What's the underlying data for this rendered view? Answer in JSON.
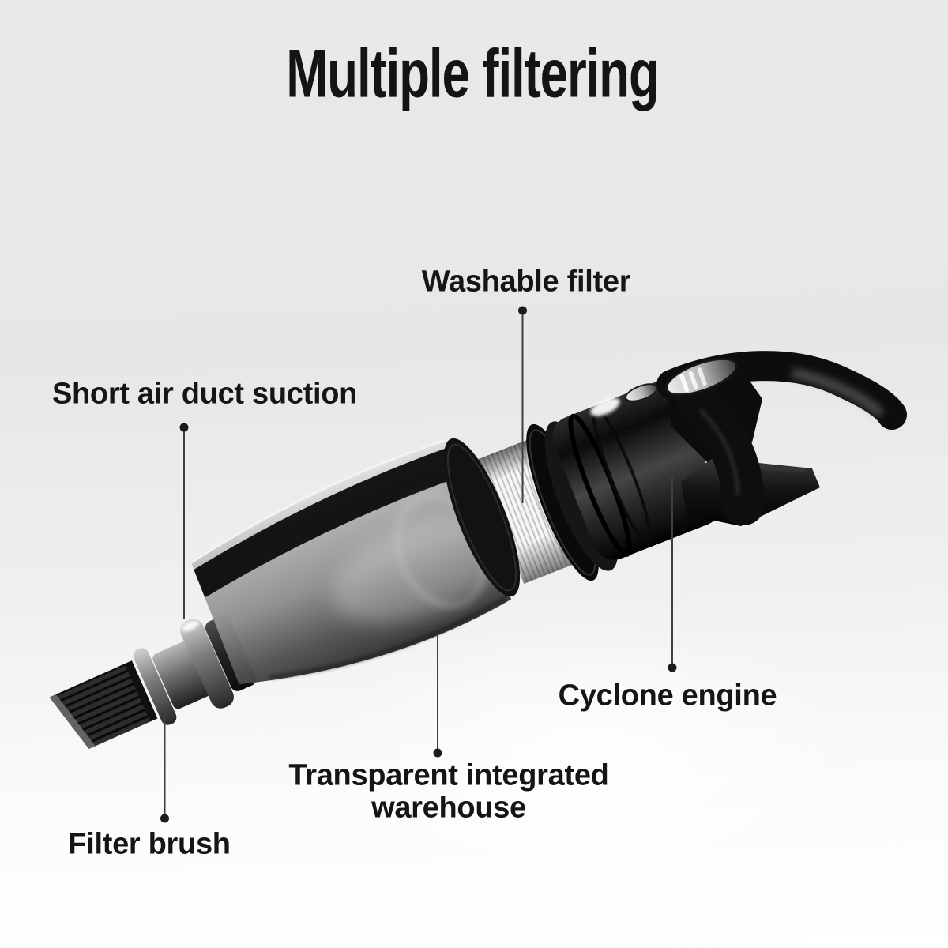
{
  "title": "Multiple filtering",
  "callouts": [
    {
      "id": "washable-filter",
      "label": "Washable filter"
    },
    {
      "id": "short-air-duct-suction",
      "label": "Short air duct suction"
    },
    {
      "id": "cyclone-engine",
      "label": "Cyclone engine"
    },
    {
      "id": "transparent-integrated-warehouse",
      "label": "Transparent integrated warehouse"
    },
    {
      "id": "filter-brush",
      "label": "Filter brush"
    }
  ],
  "colors": {
    "background_top": "#e8e8e8",
    "background_bottom": "#ffffff",
    "title_text": "#141414",
    "label_text": "#151515",
    "callout_line": "#3f3f3f",
    "callout_dot": "#1c1c1c",
    "product_body_black": "#0e0e0e",
    "nozzle_gray": "#8f8f8f",
    "filter_white": "#f6f6f6"
  }
}
